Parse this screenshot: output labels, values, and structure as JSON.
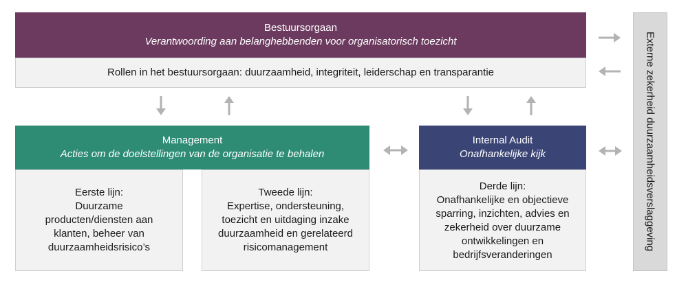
{
  "board": {
    "title": "Bestuursorgaan",
    "subtitle": "Verantwoording aan belanghebbenden voor organisatorisch toezicht",
    "roles": "Rollen in het bestuursorgaan: duurzaamheid, integriteit, leiderschap en transparantie"
  },
  "management": {
    "title": "Management",
    "subtitle": "Acties om de doelstellingen van de organisatie te behalen"
  },
  "first_line": {
    "lines": [
      "Eerste lijn:",
      "Duurzame",
      "producten/diensten aan",
      "klanten, beheer van",
      "duurzaamheidsrisico’s"
    ]
  },
  "second_line": {
    "lines": [
      "Tweede lijn:",
      "Expertise, ondersteuning,",
      "toezicht en uitdaging inzake",
      "duurzaamheid en gerelateerd",
      "risicomanagement"
    ]
  },
  "internal_audit": {
    "title": "Internal Audit",
    "subtitle": "Onafhankelijke kijk"
  },
  "third_line": {
    "lines": [
      "Derde lijn:",
      "Onafhankelijke en objectieve",
      "sparring, inzichten, advies en",
      "zekerheid over duurzame",
      "ontwikkelingen en",
      "bedrijfsveranderingen"
    ]
  },
  "external": {
    "label": "Externe zekerheid duurzaamheidsverslaggeving"
  },
  "colors": {
    "board": "#6b3a5e",
    "management": "#2e8b74",
    "internal_audit": "#3b4575",
    "arrow": "#b3b3b3"
  }
}
